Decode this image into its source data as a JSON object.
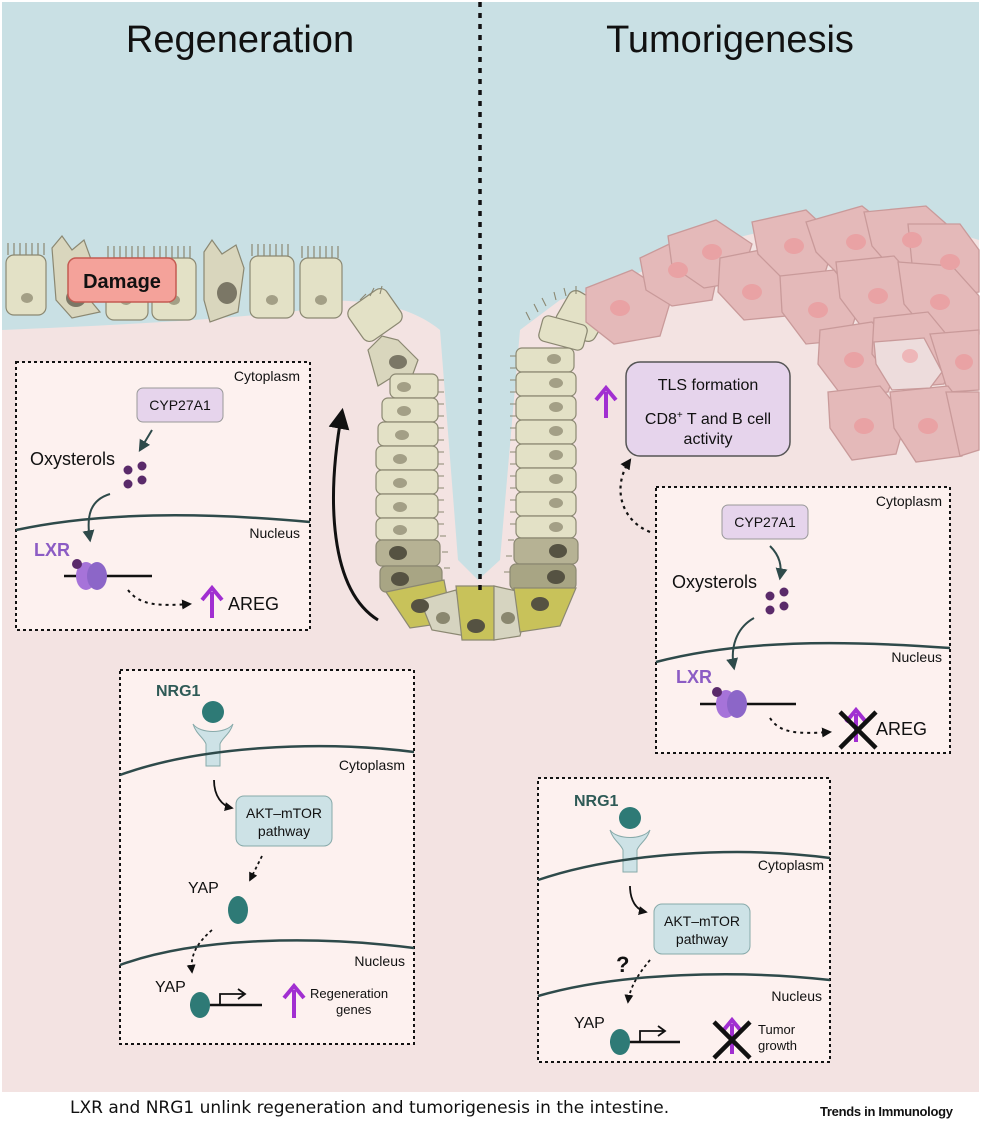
{
  "titles": {
    "left": "Regeneration",
    "right": "Tumorigenesis"
  },
  "damage_label": "Damage",
  "left_lxr_box": {
    "cytoplasm": "Cytoplasm",
    "enzyme": "CYP27A1",
    "metabolite": "Oxysterols",
    "nucleus": "Nucleus",
    "receptor": "LXR",
    "target": "AREG"
  },
  "left_nrg1_box": {
    "ligand": "NRG1",
    "cytoplasm": "Cytoplasm",
    "pathway_line1": "AKT–mTOR",
    "pathway_line2": "pathway",
    "yap_cyto": "YAP",
    "nucleus": "Nucleus",
    "yap_nuc": "YAP",
    "target_line1": "Regeneration",
    "target_line2": "genes"
  },
  "tls_box": {
    "line1": "TLS formation",
    "line2_prefix": "CD8",
    "line2_sup": "+",
    "line2_suffix": " T and B cell",
    "line3": "activity"
  },
  "right_lxr_box": {
    "cytoplasm": "Cytoplasm",
    "enzyme": "CYP27A1",
    "metabolite": "Oxysterols",
    "nucleus": "Nucleus",
    "receptor": "LXR",
    "target": "AREG"
  },
  "right_nrg1_box": {
    "ligand": "NRG1",
    "cytoplasm": "Cytoplasm",
    "pathway_line1": "AKT–mTOR",
    "pathway_line2": "pathway",
    "question": "?",
    "nucleus": "Nucleus",
    "yap_nuc": "YAP",
    "target_line1": "Tumor",
    "target_line2": "growth"
  },
  "caption": "LXR and NRG1 unlink regeneration and tumorigenesis in the intestine.",
  "brand": "Trends in Immunology",
  "colors": {
    "lumen": "#c9e0e4",
    "tissue": "#f3e3e2",
    "up_arrow": "#a12fd1",
    "teal": "#2e7a76",
    "lxr": "#8c5cc4",
    "oxysterol": "#5a2a6a",
    "damage_box": "#f4a29a",
    "tumor_cell": "#e4b9b9"
  }
}
